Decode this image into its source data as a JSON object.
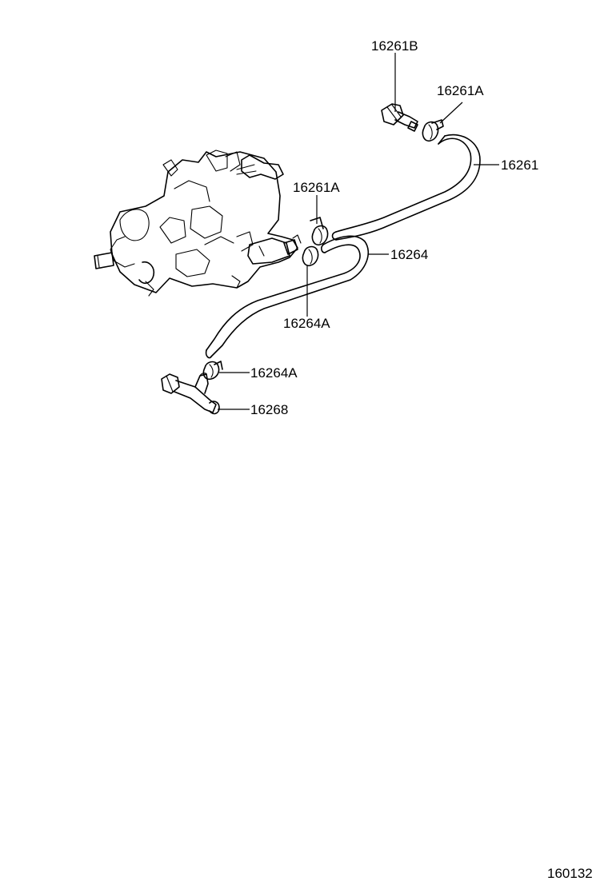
{
  "labels": {
    "part_16261B": "16261B",
    "part_16261A_top": "16261A",
    "part_16261": "16261",
    "part_16261A_mid": "16261A",
    "part_16264": "16264",
    "part_16264A_mid": "16264A",
    "part_16264A_low": "16264A",
    "part_16268": "16268"
  },
  "footer": {
    "ref_code": "160132"
  }
}
